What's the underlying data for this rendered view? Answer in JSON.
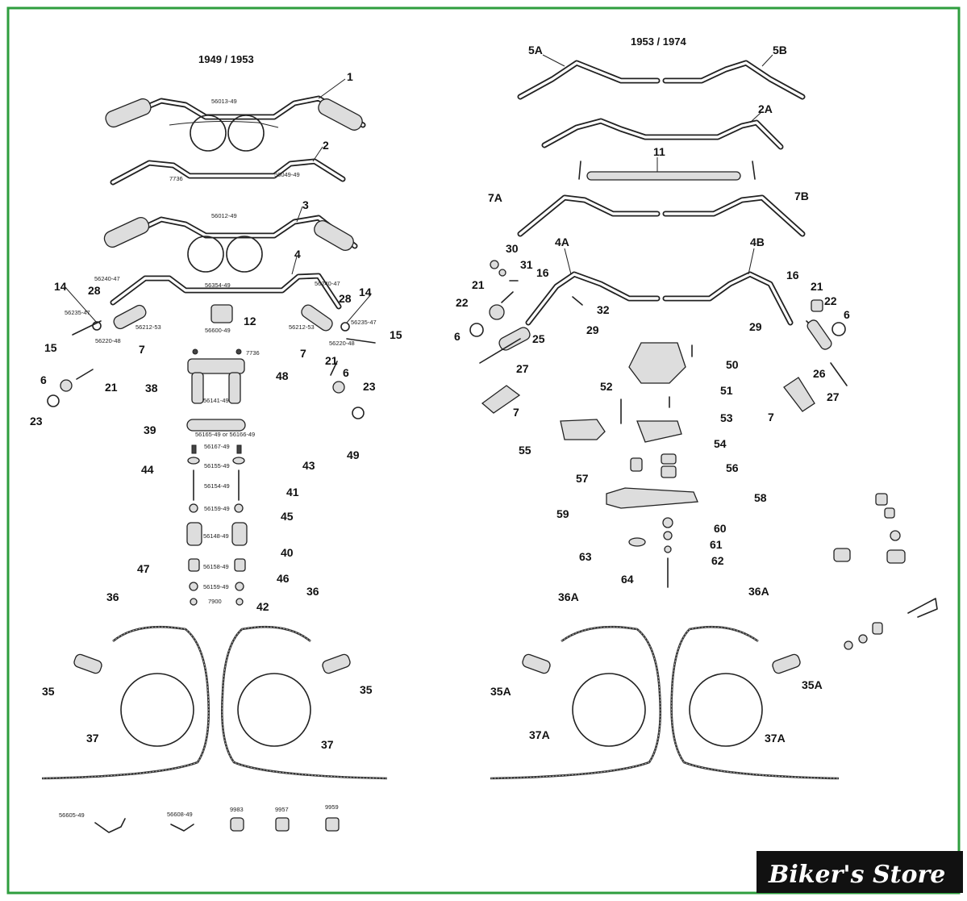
{
  "diagram": {
    "left_title": "1949  / 1953",
    "right_title": "1953 / 1974",
    "brand": "Biker's Store",
    "frame_color": "#2e9e3e"
  },
  "left_callouts": [
    "1",
    "2",
    "3",
    "4",
    "14",
    "28",
    "28",
    "14",
    "15",
    "7",
    "12",
    "7",
    "15",
    "6",
    "21",
    "21",
    "6",
    "23",
    "23",
    "38",
    "48",
    "39",
    "49",
    "44",
    "43",
    "41",
    "45",
    "40",
    "47",
    "46",
    "36",
    "42",
    "36",
    "35",
    "35",
    "37",
    "37"
  ],
  "left_part_numbers": [
    "56013-49",
    "7736",
    "56049-49",
    "56012-49",
    "56354-49",
    "56240-47",
    "56240-47",
    "56235-47",
    "56235-47",
    "56212-53",
    "56212-53",
    "56220-48",
    "56220-48",
    "56600-49",
    "7736",
    "56141-49",
    "56165-49 or 56166-49",
    "56167-49",
    "56155-49",
    "56154-49",
    "56159-49",
    "56148-49",
    "56158-49",
    "56159-49",
    "7900",
    "56605-49",
    "56608-49",
    "9983",
    "9957",
    "9959"
  ],
  "right_callouts": [
    "5A",
    "5B",
    "2A",
    "11",
    "7A",
    "7B",
    "30",
    "31",
    "16",
    "4A",
    "4B",
    "16",
    "21",
    "22",
    "21",
    "22",
    "32",
    "29",
    "29",
    "6",
    "6",
    "25",
    "26",
    "27",
    "27",
    "50",
    "51",
    "52",
    "53",
    "7",
    "7",
    "55",
    "54",
    "56",
    "57",
    "58",
    "59",
    "60",
    "61",
    "63",
    "62",
    "64",
    "36A",
    "36A",
    "35A",
    "35A",
    "37A",
    "37A"
  ]
}
